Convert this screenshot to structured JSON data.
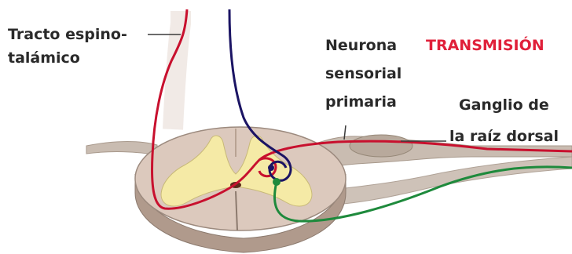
{
  "labels": {
    "tract_line1": "Tracto espino-",
    "tract_line2": "talámico",
    "neuron_line1": "Neurona",
    "neuron_line2": "sensorial",
    "neuron_line3": "primaria",
    "ganglion_line1": "Ganglio de",
    "ganglion_line2": "la raíz dorsal",
    "transmission": "TRANSMISIÓN"
  },
  "colors": {
    "pathway_red": "#c8102e",
    "pathway_blue": "#1b1464",
    "pathway_green": "#1e8a3c",
    "grey_matter": "#f4e9a8",
    "white_matter": "#d8c4b8",
    "nerve": "#b5a89c",
    "label_accent": "#e0203a"
  }
}
